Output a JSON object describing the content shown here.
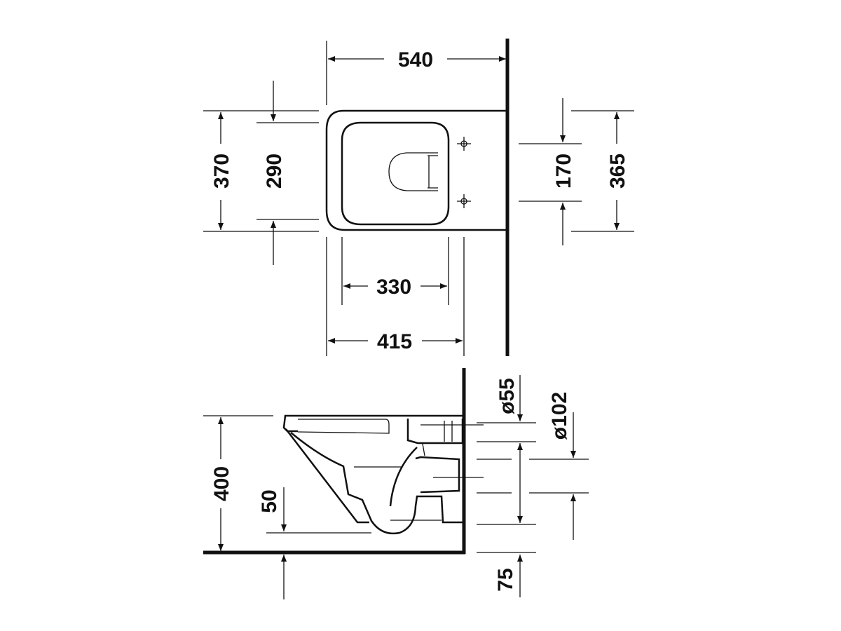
{
  "top_view": {
    "width_total": "540",
    "depth_outer": "370",
    "depth_inner": "290",
    "fixing_spacing": "170",
    "depth_wall": "365",
    "bowl_length_inner": "330",
    "bowl_length_outer": "415"
  },
  "side_view": {
    "flush_inlet_diameter": "ø55",
    "outlet_diameter": "ø102",
    "rim_height": "400",
    "water_level": "50",
    "floor_offset": "75"
  }
}
